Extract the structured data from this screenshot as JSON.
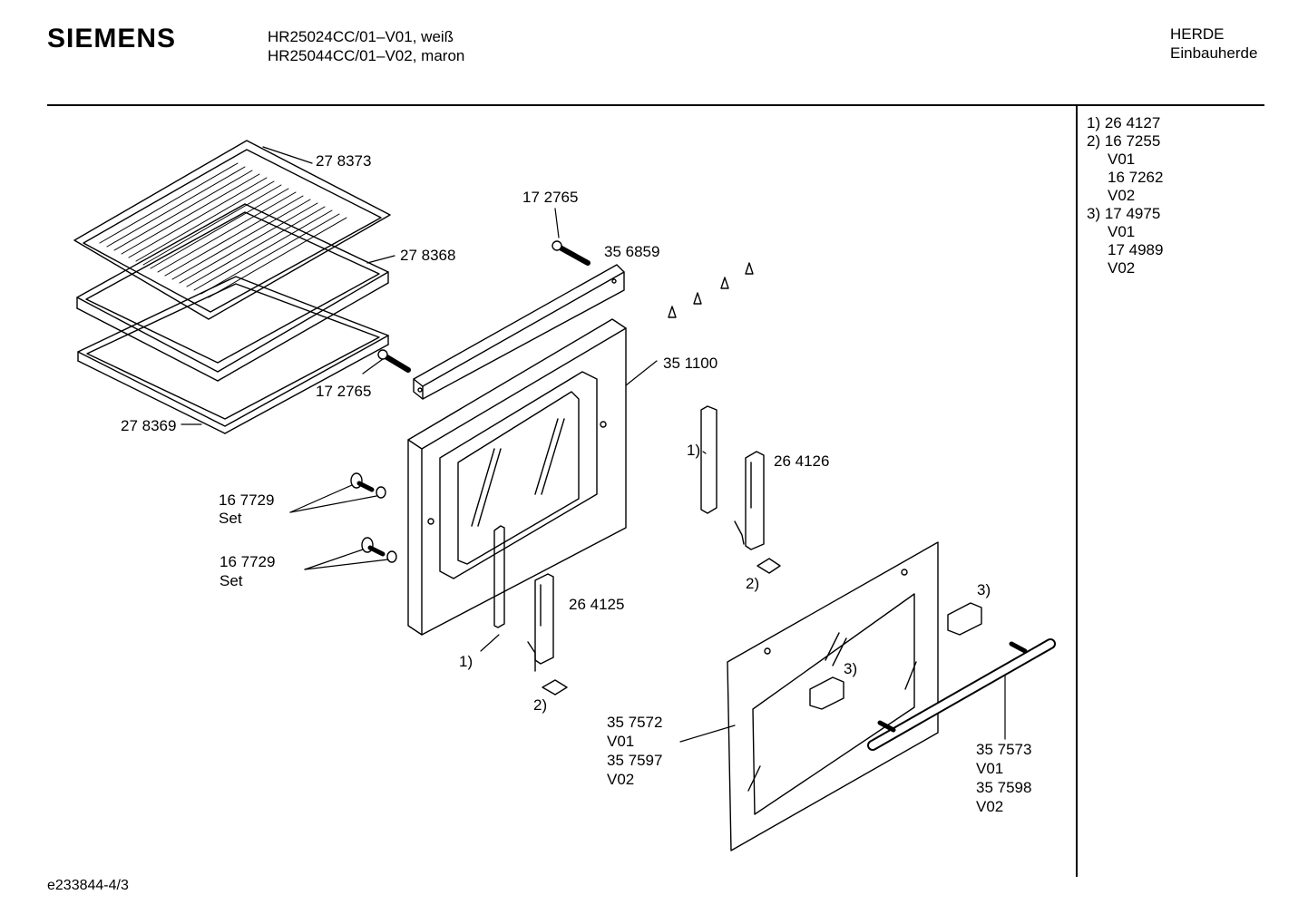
{
  "header": {
    "brand": "SIEMENS",
    "model_line_1": "HR25024CC/01–V01, weiß",
    "model_line_2": "HR25044CC/01–V02, maron",
    "category": "HERDE",
    "subcategory": "Einbauherde"
  },
  "legend": [
    {
      "text": "1) 26 4127",
      "indent": false
    },
    {
      "text": "2) 16 7255",
      "indent": false
    },
    {
      "text": "V01",
      "indent": true
    },
    {
      "text": "16 7262",
      "indent": true
    },
    {
      "text": "V02",
      "indent": true
    },
    {
      "text": "3) 17 4975",
      "indent": false
    },
    {
      "text": "V01",
      "indent": true
    },
    {
      "text": "17 4989",
      "indent": true
    },
    {
      "text": "V02",
      "indent": true
    }
  ],
  "labels": {
    "p278373": "27 8373",
    "p278368": "27 8368",
    "p278369": "27 8369",
    "p172765_top": "17 2765",
    "p172765_left": "17 2765",
    "p356859": "35 6859",
    "p351100": "35 1100",
    "p167729_a": "16 7729",
    "set_a": "Set",
    "p167729_b": "16 7729",
    "set_b": "Set",
    "ref1_right": "1)",
    "p264126": "26 4126",
    "ref2_right": "2)",
    "p264125": "26 4125",
    "ref1_left": "1)",
    "ref2_left": "2)",
    "ref3_knob": "3)",
    "ref3_glass": "3)",
    "glass_l1": "35 7572",
    "glass_l2": "V01",
    "glass_l3": "35 7597",
    "glass_l4": "V02",
    "handle_l1": "35 7573",
    "handle_l2": "V01",
    "handle_l3": "35 7598",
    "handle_l4": "V02"
  },
  "footer": {
    "doc_id": "e233844-4/3"
  }
}
